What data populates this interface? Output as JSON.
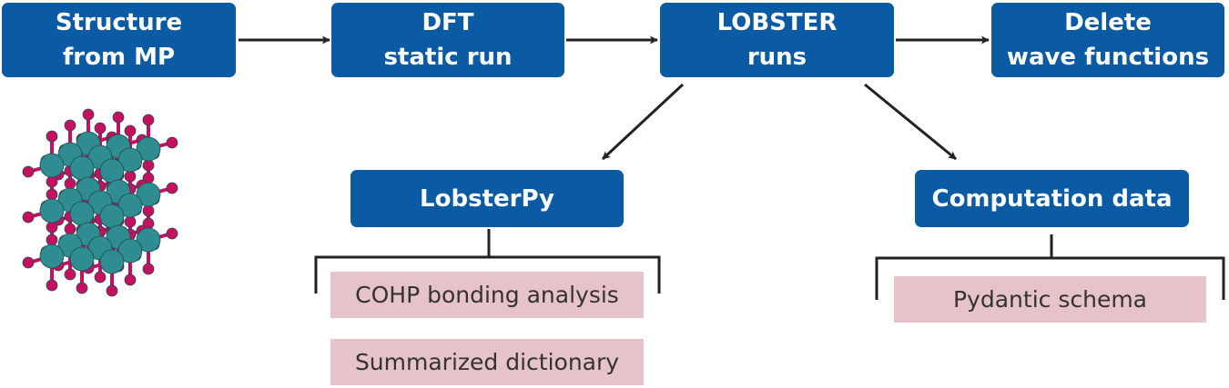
{
  "boxes": {
    "structure": {
      "line1": "Structure",
      "line2": "from MP"
    },
    "dft": {
      "line1": "DFT",
      "line2": "static run"
    },
    "lobster": {
      "line1": "LOBSTER",
      "line2": "runs"
    },
    "delete": {
      "line1": "Delete",
      "line2": "wave functions"
    },
    "lobsterpy": {
      "label": "LobsterPy"
    },
    "computation": {
      "label": "Computation data"
    }
  },
  "outputs": {
    "cohp": "COHP bonding analysis",
    "summary": "Summarized dictionary",
    "schema": "Pydantic schema"
  },
  "colors": {
    "box": "#0a5aa4",
    "tag": "#e6c3c9",
    "atom_large": "#2f8c91",
    "atom_small": "#c4105f",
    "arrow": "#222222"
  },
  "icons": {
    "crystal": "crystal-structure-icon"
  }
}
